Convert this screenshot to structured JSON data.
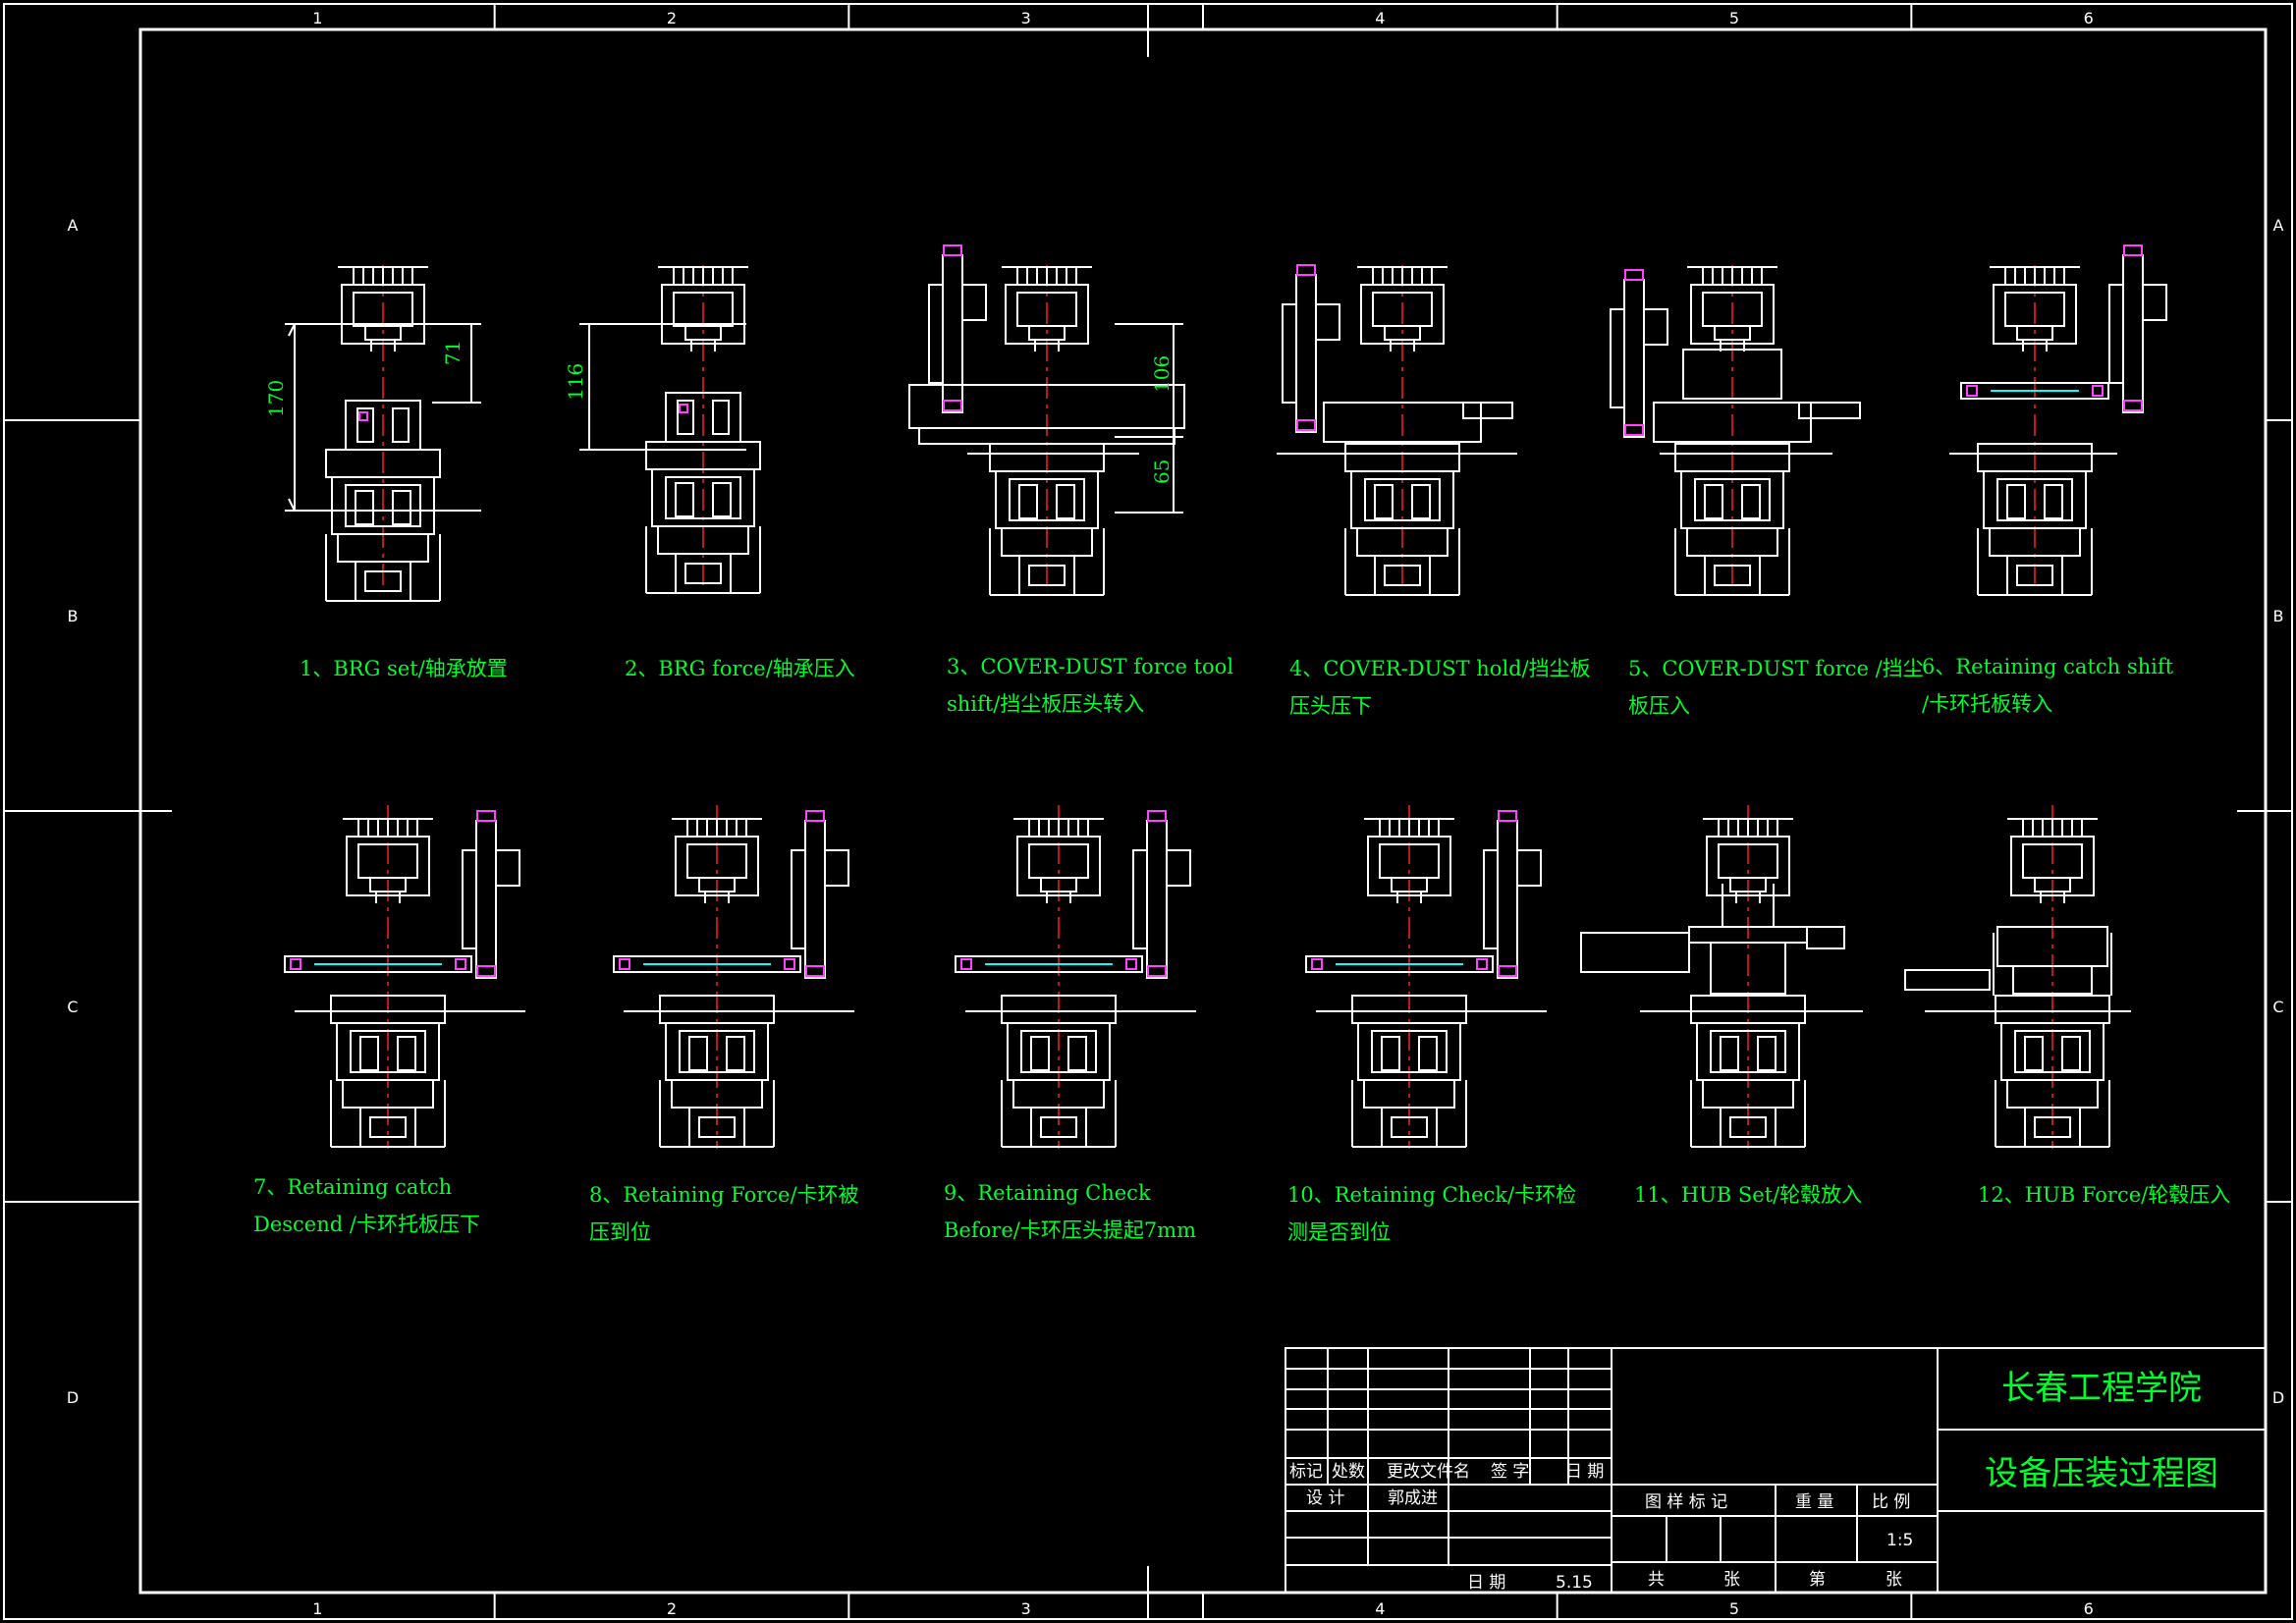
{
  "frame": {
    "columns": [
      "1",
      "2",
      "3",
      "4",
      "5",
      "6"
    ],
    "rows": [
      "A",
      "B",
      "C",
      "D"
    ]
  },
  "steps": [
    {
      "lines": [
        "1、BRG set/轴承放置"
      ]
    },
    {
      "lines": [
        "2、BRG force/轴承压入"
      ]
    },
    {
      "lines": [
        "3、COVER-DUST force tool",
        "shift/挡尘板压头转入"
      ]
    },
    {
      "lines": [
        "4、COVER-DUST hold/挡尘板",
        "压头压下"
      ]
    },
    {
      "lines": [
        "5、COVER-DUST force /挡尘",
        "板压入"
      ]
    },
    {
      "lines": [
        "6、Retaining catch shift",
        "/卡环托板转入"
      ]
    },
    {
      "lines": [
        "7、Retaining catch",
        "Descend /卡环托板压下"
      ]
    },
    {
      "lines": [
        "8、Retaining Force/卡环被",
        "压到位"
      ]
    },
    {
      "lines": [
        "9、Retaining Check",
        "Before/卡环压头提起7mm"
      ]
    },
    {
      "lines": [
        "10、Retaining Check/卡环检",
        "测是否到位"
      ]
    },
    {
      "lines": [
        "11、HUB Set/轮毂放入"
      ]
    },
    {
      "lines": [
        "12、HUB Force/轮毂压入"
      ]
    }
  ],
  "dimensions": {
    "d170": "170",
    "d71": "71",
    "d116": "116",
    "d106": "106",
    "d65": "65"
  },
  "title_block": {
    "school": "长春工程学院",
    "drawing_title": "设备压装过程图",
    "rev_headers": [
      "标记",
      "处数",
      "更改文件名",
      "签 字",
      "日 期"
    ],
    "design_label": "设 计",
    "designer": "郭成进",
    "date_label": "日 期",
    "date": "5.15",
    "mark_label": "图 样 标 记",
    "weight_label": "重 量",
    "scale_label": "比 例",
    "scale": "1:5",
    "total_label": "共",
    "sheet_unit": "张",
    "sheet_label": "第",
    "sheet_unit2": "张"
  },
  "colors": {
    "background": "#000000",
    "lines": "#ffffff",
    "annotation": "#00ff2a",
    "center_line": "#ff2020",
    "accent": "#ff40ff",
    "detail": "#00ffff"
  }
}
